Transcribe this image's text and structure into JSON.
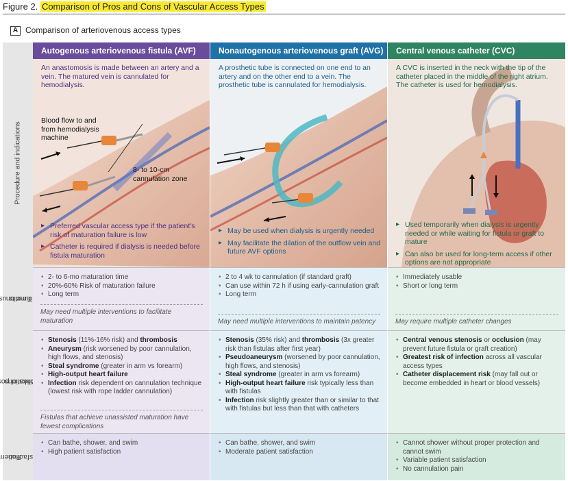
{
  "figure": {
    "label": "Figure 2.",
    "title": "Comparison of Pros and Cons of Vascular Access Types"
  },
  "panel": {
    "letter": "A",
    "title": "Comparison of arteriovenous access types"
  },
  "row_labels": {
    "procedure": "Procedure and indications",
    "time": [
      "Time to usage",
      "and duration"
    ],
    "risks": [
      "Risks of possible",
      "complications"
    ],
    "satisfaction": [
      "Patient",
      "satisfaction"
    ]
  },
  "colors": {
    "avf_header": "#6a4c9c",
    "avg_header": "#1f72a8",
    "cvc_header": "#2f8560",
    "avf_bg": "#ebe6f2",
    "avg_bg": "#e3eff6",
    "cvc_bg": "#e3f1ea"
  },
  "columns": {
    "avf": {
      "header": "Autogenous arteriovenous fistula (AVF)",
      "description": "An anastomosis is made between an artery and a vein. The matured vein is cannulated for hemodialysis.",
      "callout_flow": [
        "Blood flow to and",
        "from hemodialysis",
        "machine"
      ],
      "callout_zone": [
        "8- to 10-cm",
        "cannulation zone"
      ],
      "indications": [
        "Preferred vascular access type if the patient's risk of maturation failure is low",
        "Catheter is required if dialysis is needed before fistula maturation"
      ],
      "time": [
        "2- to 6-mo maturation time",
        "20%-60% Risk of maturation failure",
        "Long term"
      ],
      "time_note": "May need multiple interventions to facilitate maturation",
      "risks": [
        {
          "bold": "Stenosis",
          "text": " (11%-16% risk) and ",
          "bold2": "thrombosis",
          "text2": ""
        },
        {
          "bold": "Aneurysm",
          "text": " (risk worsened by poor cannulation, high flows, and stenosis)",
          "bold2": "",
          "text2": ""
        },
        {
          "bold": "Steal syndrome",
          "text": " (greater in arm vs forearm)",
          "bold2": "",
          "text2": ""
        },
        {
          "bold": "High-output heart failure",
          "text": "",
          "bold2": "",
          "text2": ""
        },
        {
          "bold": "Infection",
          "text": " risk dependent on cannulation technique (lowest risk with rope ladder cannulation)",
          "bold2": "",
          "text2": ""
        }
      ],
      "risks_note": "Fistulas that achieve unassisted maturation have fewest complications",
      "satisfaction": [
        "Can bathe, shower, and swim",
        "High patient satisfaction"
      ]
    },
    "avg": {
      "header": "Nonautogenous arteriovenous graft (AVG)",
      "description": "A prosthetic tube is connected on one end to an artery and on the other end to a vein. The prosthetic tube is cannulated for hemodialysis.",
      "indications": [
        "May be used when dialysis is urgently needed",
        "May facilitate the dilation of the outflow vein and future AVF options"
      ],
      "time": [
        "2 to 4 wk to cannulation (if standard graft)",
        "Can use within 72 h if using early-cannulation graft",
        "Long term"
      ],
      "time_note": "May need multiple interventions to maintain patency",
      "risks": [
        {
          "bold": "Stenosis",
          "text": " (35% risk) and ",
          "bold2": "thrombosis",
          "text2": " (3x greater risk than fistulas after first year)"
        },
        {
          "bold": "Pseudoaneurysm",
          "text": " (worsened by poor cannulation, high flows, and stenosis)",
          "bold2": "",
          "text2": ""
        },
        {
          "bold": "Steal syndrome",
          "text": " (greater in arm vs forearm)",
          "bold2": "",
          "text2": ""
        },
        {
          "bold": "High-output heart failure",
          "text": " risk typically less than with fistulas",
          "bold2": "",
          "text2": ""
        },
        {
          "bold": "Infection",
          "text": " risk slightly greater than or similar to that with fistulas but less than that with catheters",
          "bold2": "",
          "text2": ""
        }
      ],
      "satisfaction": [
        "Can bathe, shower, and swim",
        "Moderate patient satisfaction"
      ]
    },
    "cvc": {
      "header": "Central venous catheter (CVC)",
      "description": "A CVC is inserted in the neck with the tip of the catheter placed in the middle of the right atrium. The catheter is used for hemodialysis.",
      "indications": [
        "Used temporarily when dialysis is urgently needed or while waiting for fistula or graft to mature",
        "Can also be used for long-term access if other options are not appropriate"
      ],
      "time": [
        "Immediately usable",
        "Short or long term"
      ],
      "time_note": "May require multiple catheter changes",
      "risks": [
        {
          "bold": "Central venous stenosis",
          "text": " or ",
          "bold2": "occlusion",
          "text2": " (may prevent future fistula or graft creation)"
        },
        {
          "bold": "Greatest risk of infection",
          "text": " across all vascular access types",
          "bold2": "",
          "text2": ""
        },
        {
          "bold": "Catheter displacement risk",
          "text": " (may fall out or become embedded in heart or blood vessels)",
          "bold2": "",
          "text2": ""
        }
      ],
      "satisfaction": [
        "Cannot shower without proper protection and cannot swim",
        "Variable patient satisfaction",
        "No cannulation pain"
      ]
    }
  }
}
